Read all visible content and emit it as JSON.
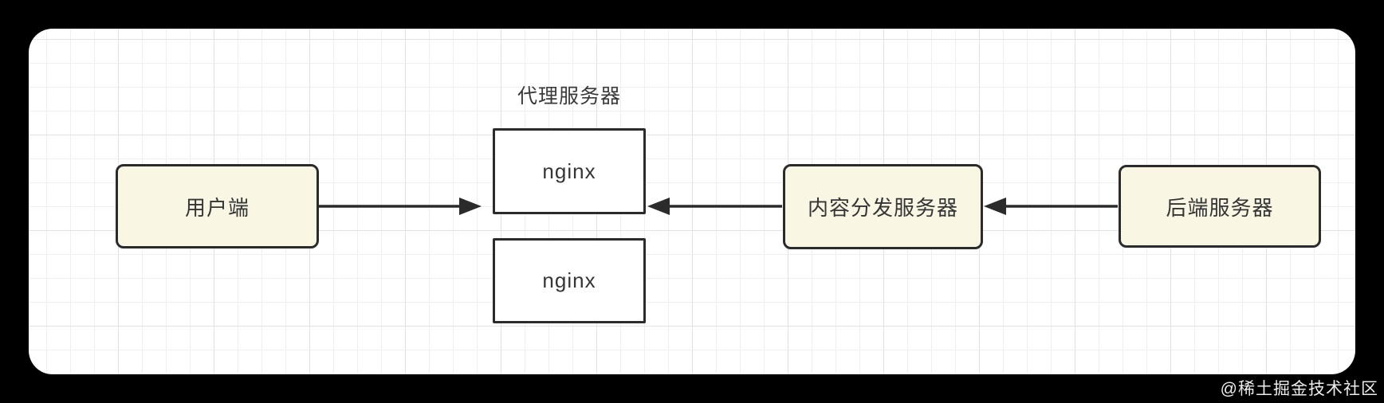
{
  "diagram": {
    "group_label": "代理服务器",
    "nodes": {
      "client": {
        "label": "用户端",
        "shape": "rounded-rect",
        "fill": "#f9f6e4"
      },
      "nginx1": {
        "label": "nginx",
        "shape": "rect",
        "fill": "#ffffff"
      },
      "nginx2": {
        "label": "nginx",
        "shape": "rect",
        "fill": "#ffffff"
      },
      "cdn": {
        "label": "内容分发服务器",
        "shape": "rounded-rect",
        "fill": "#f9f6e4"
      },
      "backend": {
        "label": "后端服务器",
        "shape": "rounded-rect",
        "fill": "#f9f6e4"
      }
    },
    "edges": [
      {
        "from": "client",
        "to": "nginx1",
        "arrowhead": "at-target"
      },
      {
        "from": "cdn",
        "to": "nginx1",
        "arrowhead": "at-target"
      },
      {
        "from": "backend",
        "to": "cdn",
        "arrowhead": "at-target"
      }
    ],
    "colors": {
      "stroke": "#2b2b2b",
      "cream_fill": "#f9f6e4",
      "white_fill": "#ffffff",
      "canvas_bg": "#ffffff",
      "grid_minor": "#efefef",
      "grid_major": "#e2e2e2",
      "page_bg": "#000000"
    }
  },
  "watermark": {
    "text": "@稀土掘金技术社区"
  }
}
